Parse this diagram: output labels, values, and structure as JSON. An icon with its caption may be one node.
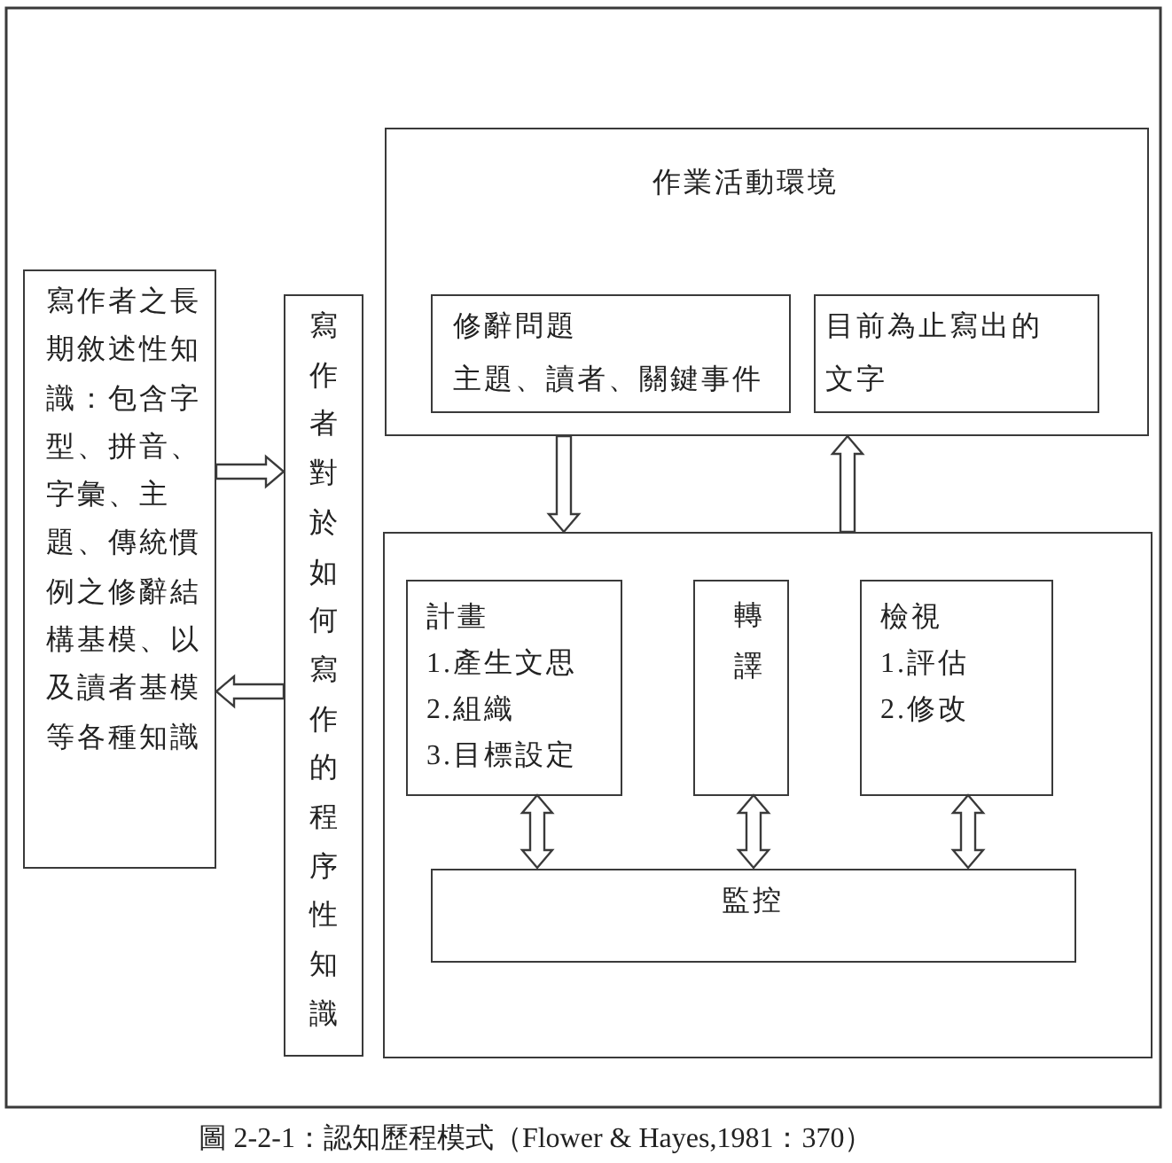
{
  "diagram": {
    "caption": "圖 2-2-1：認知歷程模式（Flower & Hayes,1981：370）",
    "nodes": [
      {
        "text": [
          "寫作者之長期敘述性知識：包含字型、拼音、字彙、主題、傳統慣例之修辭結構基模、以及讀者基模等各種知識"
        ]
      },
      {
        "text": [
          "寫作者對於如何寫作的程序性知識"
        ]
      },
      {
        "text": [
          "作業活動環境"
        ]
      },
      {
        "text": [
          "修辭問題",
          "主題、讀者、關鍵事件"
        ],
        "in": 2
      },
      {
        "text": [
          "目前為止寫出的文字"
        ],
        "in": 2
      },
      {
        "text": [],
        "shape": "box"
      },
      {
        "text": [
          "計畫",
          "1.產生文思",
          "2.組織",
          "3.目標設定"
        ],
        "in": 5
      },
      {
        "text": [
          "轉譯"
        ],
        "in": 5
      },
      {
        "text": [
          "檢視",
          "1.評估",
          "2.修改"
        ],
        "in": 5
      },
      {
        "text": [
          "監控"
        ],
        "in": 5
      }
    ],
    "edges": [
      {
        "from": 0,
        "to": 1,
        "arrow": "to"
      },
      {
        "from": 1,
        "to": 0,
        "arrow": "to"
      },
      {
        "from": 2,
        "to": 5,
        "arrow": "to"
      },
      {
        "from": 5,
        "to": 2,
        "arrow": "to"
      },
      {
        "from": 6,
        "to": 9,
        "arrow": "both"
      },
      {
        "from": 7,
        "to": 9,
        "arrow": "both"
      },
      {
        "from": 8,
        "to": 9,
        "arrow": "both"
      }
    ]
  }
}
